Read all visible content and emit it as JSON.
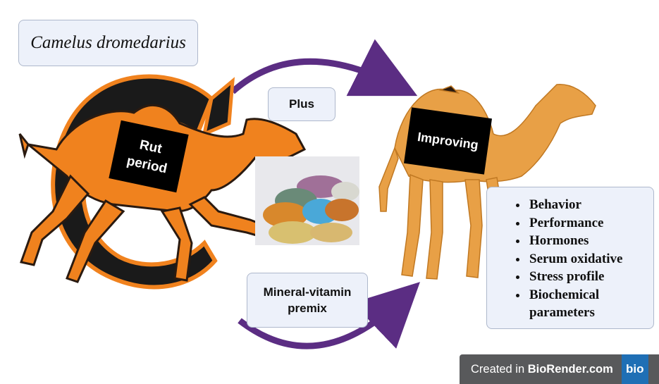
{
  "species_label": "Camelus dromedarius",
  "plus_label": "Plus",
  "premix_label_line1": "Mineral-vitamin",
  "premix_label_line2": "premix",
  "rut_tag_line1": "Rut",
  "rut_tag_line2": "period",
  "improving_tag": "Improving",
  "effects": [
    "Behavior",
    "Performance",
    "Hormones",
    "Serum oxidative",
    "Stress profile",
    "Biochemical parameters"
  ],
  "watermark": {
    "prefix": "Created in ",
    "brand": "BioRender.com",
    "logo": "bio"
  },
  "colors": {
    "arrow": "#5b2d83",
    "camel_orange": "#f0821e",
    "camel_tan": "#e8a046",
    "letter_c": "#1a1a1a",
    "box_fill": "#edf1fa"
  },
  "icons": [
    "running-camel-icon",
    "standing-camel-icon",
    "letter-c-logo",
    "powder-piles-image"
  ]
}
